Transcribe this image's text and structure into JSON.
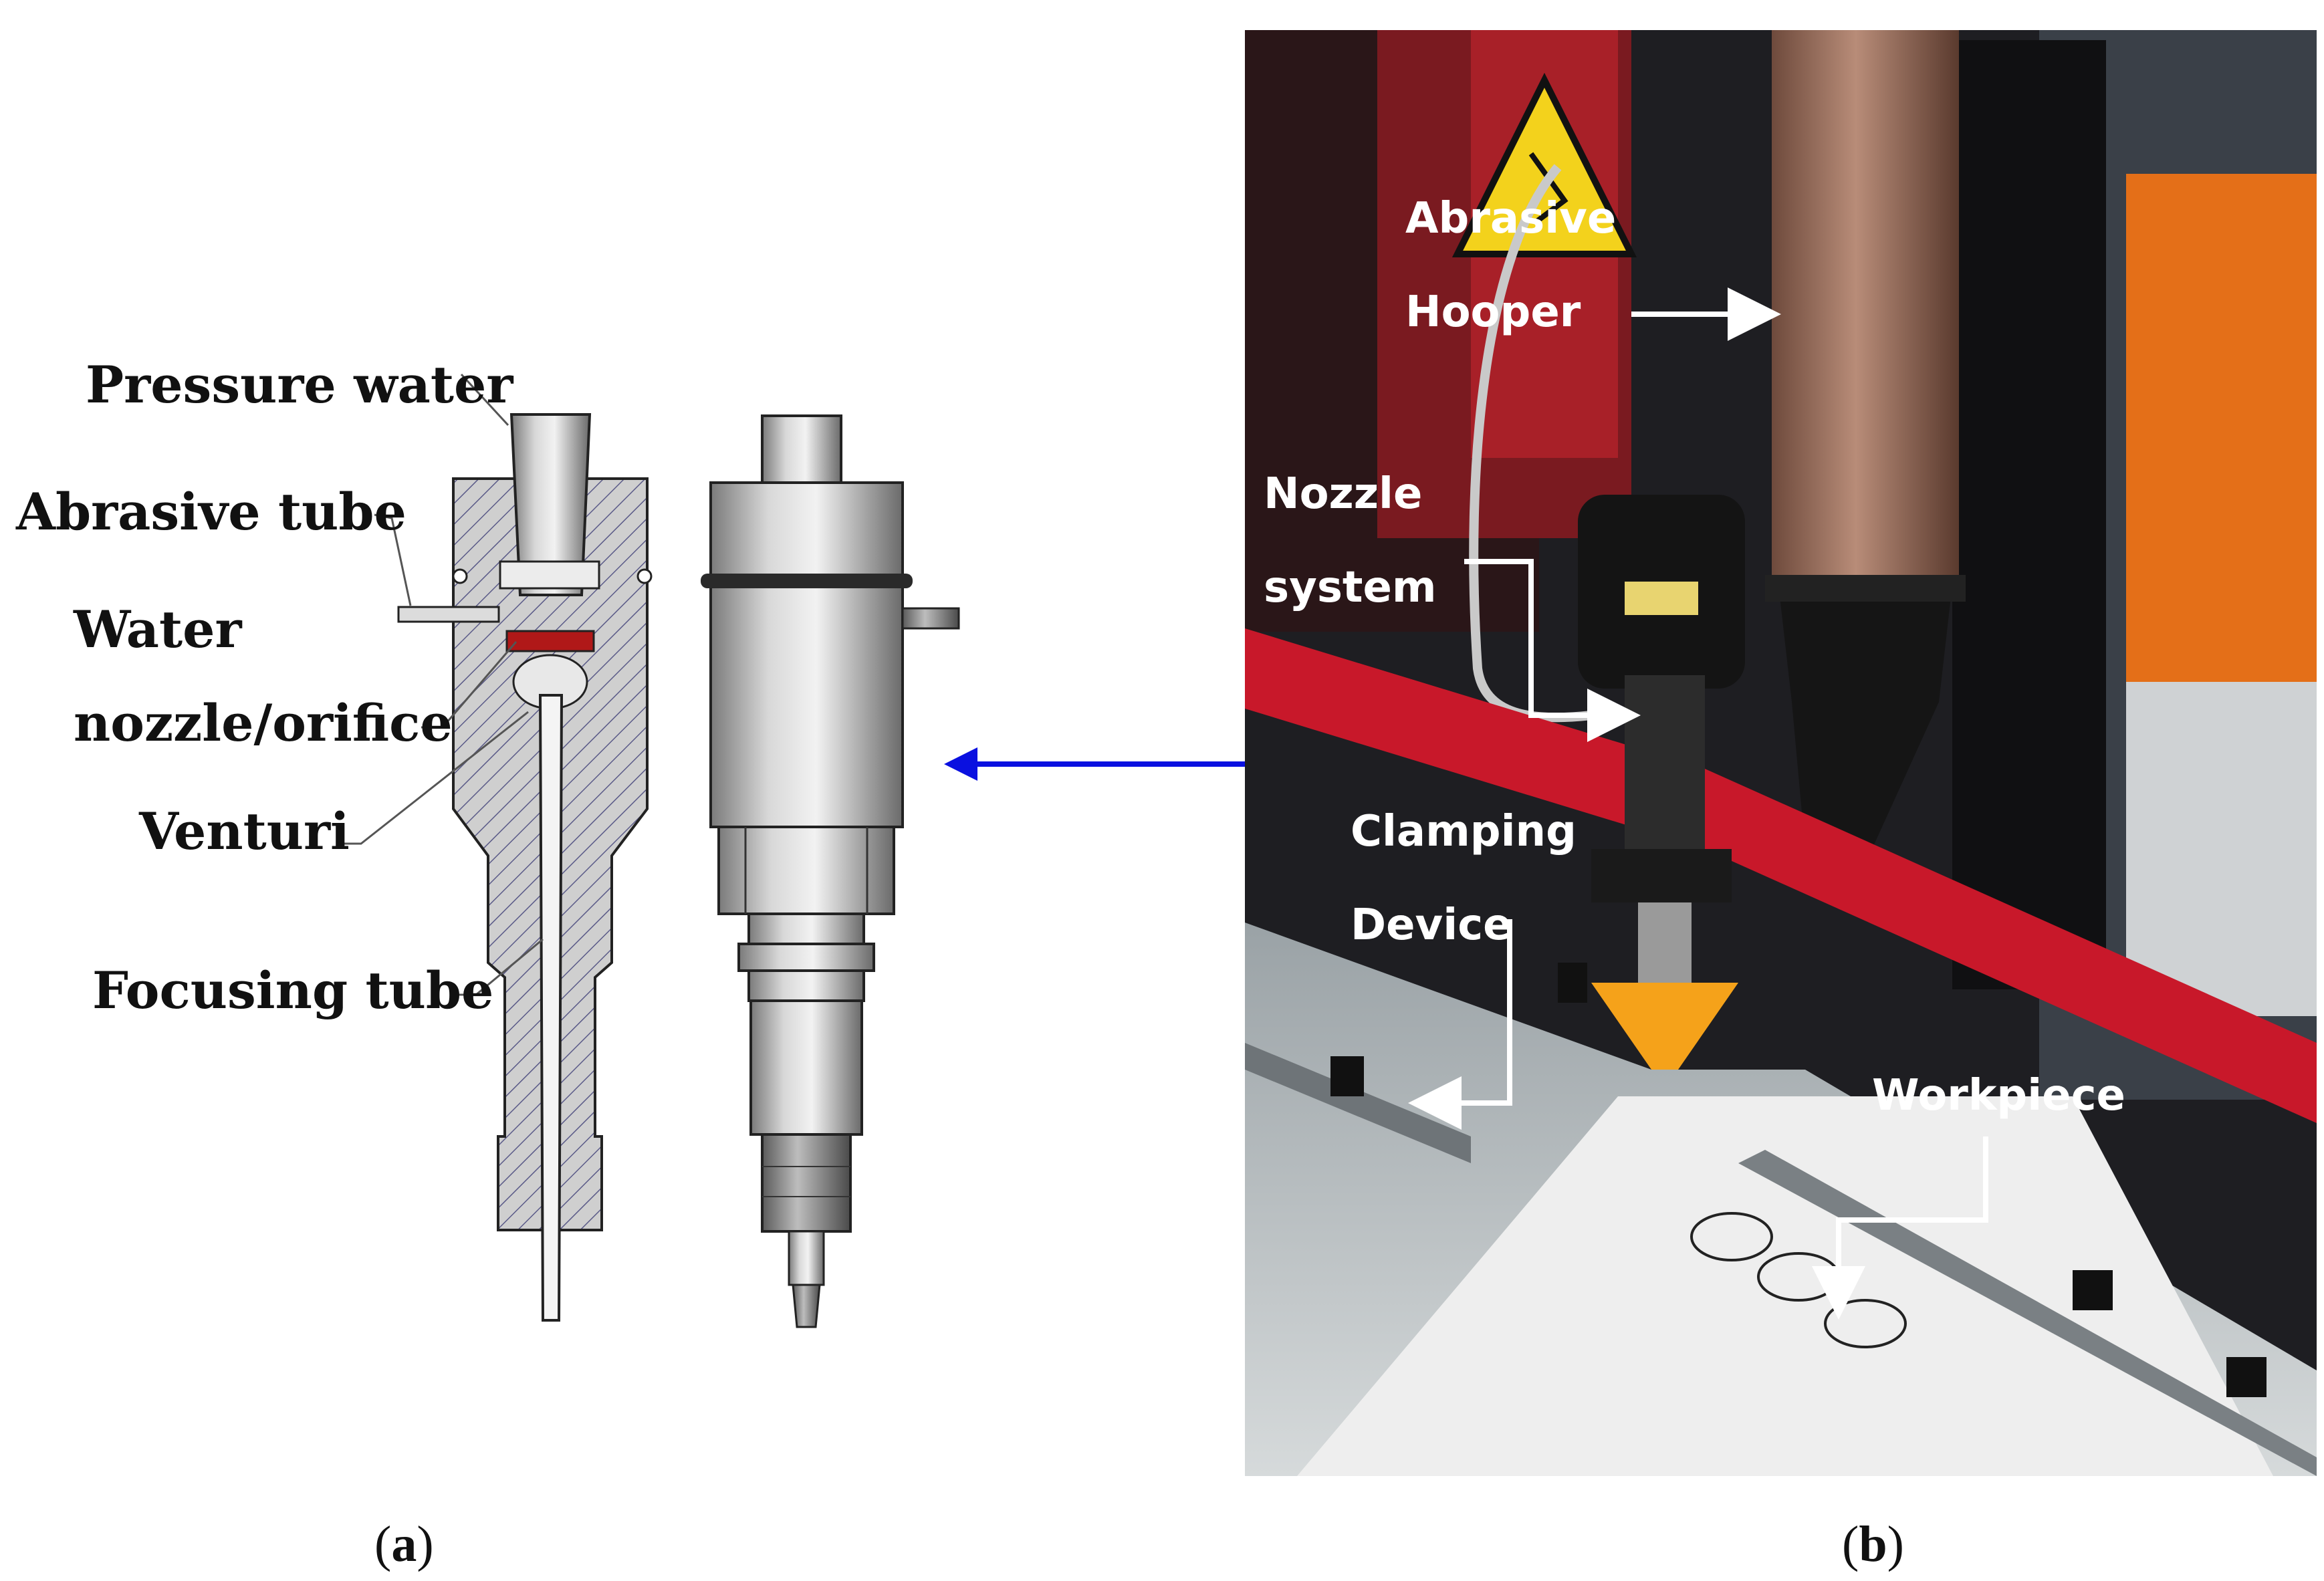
{
  "panel_a": {
    "labels": {
      "pressure_water": "Pressure water",
      "abrasive_tube": "Abrasive tube",
      "water_nozzle_line1": "Water",
      "water_nozzle_line2": "nozzle/orifice",
      "venturi": "Venturi",
      "focusing_tube": "Focusing tube"
    },
    "caption": {
      "open": "(",
      "letter": "a",
      "close": ")"
    }
  },
  "panel_b": {
    "labels": {
      "abrasive_hopper_line1": "Abrasive",
      "abrasive_hopper_line2": "Hooper",
      "nozzle_system_line1": "Nozzle",
      "nozzle_system_line2": "system",
      "clamping_device_line1": "Clamping",
      "clamping_device_line2": "Device",
      "workpiece": "Workpiece"
    },
    "caption": {
      "open": "(",
      "letter": "b",
      "close": ")"
    }
  },
  "colors": {
    "connector_arrow": "#0a10e0",
    "cut_plane_hatch": "#5a5a88",
    "orifice": "#b01818",
    "label_arrow_photo": "#ffffff"
  },
  "icons": [
    "double-headed-arrow",
    "warning-sign"
  ]
}
